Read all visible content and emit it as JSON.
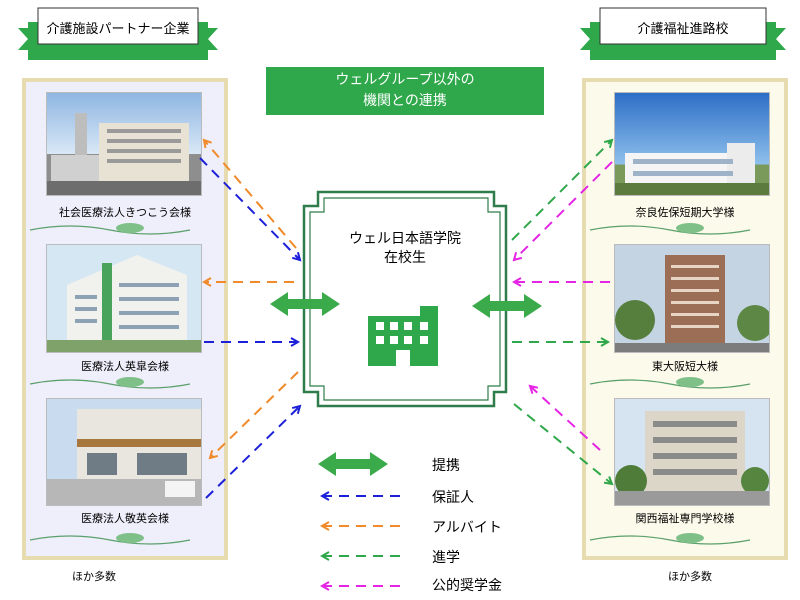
{
  "left_header": "介護施設パートナー企業",
  "right_header": "介護福祉進路校",
  "center_title": {
    "line1": "ウェルグループ以外の",
    "line2": "機関との連携"
  },
  "school": {
    "line1": "ウェル日本語学院",
    "line2": "在校生"
  },
  "left_items": [
    {
      "caption": "社会医療法人きつこう会様"
    },
    {
      "caption": "医療法人英皐会様"
    },
    {
      "caption": "医療法人敬英会様"
    }
  ],
  "right_items": [
    {
      "caption": "奈良佐保短期大学様"
    },
    {
      "caption": "東大阪短大様"
    },
    {
      "caption": "関西福祉専門学校様"
    }
  ],
  "left_more": "ほか多数",
  "right_more": "ほか多数",
  "legend": [
    {
      "label": "提携",
      "color": "#3aaa4b",
      "style": "double-arrow"
    },
    {
      "label": "保証人",
      "color": "#1c20d8",
      "style": "dashed"
    },
    {
      "label": "アルバイト",
      "color": "#f08a2a",
      "style": "dashed"
    },
    {
      "label": "進学",
      "color": "#2fa84b",
      "style": "dashed"
    },
    {
      "label": "公的奨学金",
      "color": "#e624e6",
      "style": "dashed"
    }
  ],
  "colors": {
    "accent_green": "#2fa84b",
    "left_panel": "#efeefb",
    "right_panel": "#fcfaea",
    "panel_border": "#e7dcb0"
  }
}
